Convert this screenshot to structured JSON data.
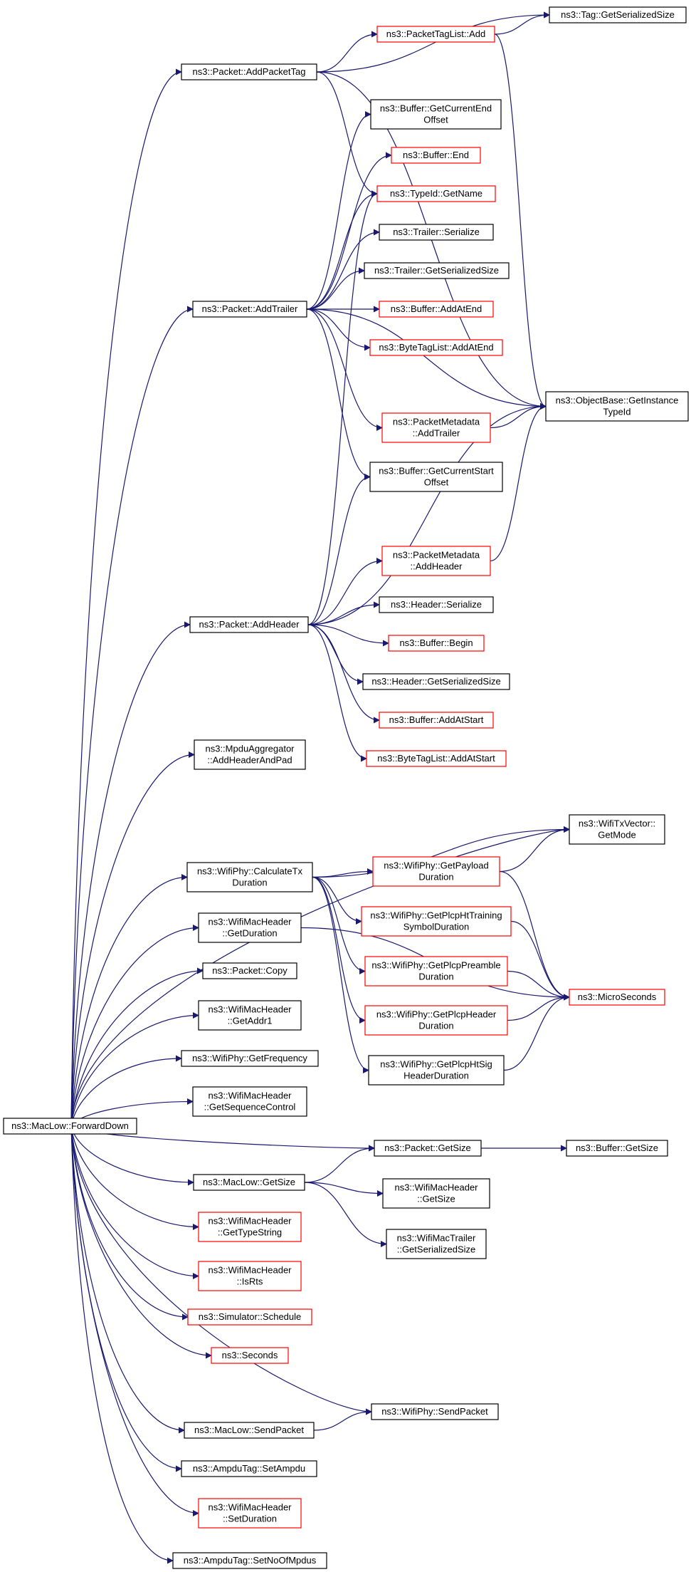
{
  "colors": {
    "edge": "#191970",
    "border_normal": "#000000",
    "border_highlight": "#ff0000",
    "root_fill": "#bfbfbf"
  },
  "nodes": [
    {
      "id": "root",
      "lines": [
        "ns3::MacLow::ForwardDown"
      ],
      "style": "root"
    },
    {
      "id": "addPacketTag",
      "lines": [
        "ns3::Packet::AddPacketTag"
      ],
      "style": "normal"
    },
    {
      "id": "tagListAdd",
      "lines": [
        "ns3::PacketTagList::Add"
      ],
      "style": "highlight"
    },
    {
      "id": "tagGetSerializedSize",
      "lines": [
        "ns3::Tag::GetSerializedSize"
      ],
      "style": "normal"
    },
    {
      "id": "objGetInstanceTypeId",
      "lines": [
        "ns3::ObjectBase::GetInstance",
        "TypeId"
      ],
      "style": "normal"
    },
    {
      "id": "bufGetCurrentEndOffset",
      "lines": [
        "ns3::Buffer::GetCurrentEnd",
        "Offset"
      ],
      "style": "normal"
    },
    {
      "id": "bufEnd",
      "lines": [
        "ns3::Buffer::End"
      ],
      "style": "highlight"
    },
    {
      "id": "typeIdGetName",
      "lines": [
        "ns3::TypeId::GetName"
      ],
      "style": "highlight"
    },
    {
      "id": "trailerSerialize",
      "lines": [
        "ns3::Trailer::Serialize"
      ],
      "style": "normal"
    },
    {
      "id": "trailerGetSerializedSize",
      "lines": [
        "ns3::Trailer::GetSerializedSize"
      ],
      "style": "normal"
    },
    {
      "id": "addTrailer",
      "lines": [
        "ns3::Packet::AddTrailer"
      ],
      "style": "normal"
    },
    {
      "id": "bufAddAtEnd",
      "lines": [
        "ns3::Buffer::AddAtEnd"
      ],
      "style": "highlight"
    },
    {
      "id": "byteTagAddAtEnd",
      "lines": [
        "ns3::ByteTagList::AddAtEnd"
      ],
      "style": "highlight"
    },
    {
      "id": "pmAddTrailer",
      "lines": [
        "ns3::PacketMetadata",
        "::AddTrailer"
      ],
      "style": "highlight"
    },
    {
      "id": "bufGetCurrentStartOffset",
      "lines": [
        "ns3::Buffer::GetCurrentStart",
        "Offset"
      ],
      "style": "normal"
    },
    {
      "id": "pmAddHeader",
      "lines": [
        "ns3::PacketMetadata",
        "::AddHeader"
      ],
      "style": "highlight"
    },
    {
      "id": "headerSerialize",
      "lines": [
        "ns3::Header::Serialize"
      ],
      "style": "normal"
    },
    {
      "id": "addHeader",
      "lines": [
        "ns3::Packet::AddHeader"
      ],
      "style": "normal"
    },
    {
      "id": "bufBegin",
      "lines": [
        "ns3::Buffer::Begin"
      ],
      "style": "highlight"
    },
    {
      "id": "headerGetSerializedSize",
      "lines": [
        "ns3::Header::GetSerializedSize"
      ],
      "style": "normal"
    },
    {
      "id": "bufAddAtStart",
      "lines": [
        "ns3::Buffer::AddAtStart"
      ],
      "style": "highlight"
    },
    {
      "id": "byteTagAddAtStart",
      "lines": [
        "ns3::ByteTagList::AddAtStart"
      ],
      "style": "highlight"
    },
    {
      "id": "mpduAddHeaderAndPad",
      "lines": [
        "ns3::MpduAggregator",
        "::AddHeaderAndPad"
      ],
      "style": "normal"
    },
    {
      "id": "txVectorGetMode",
      "lines": [
        "ns3::WifiTxVector::",
        "GetMode"
      ],
      "style": "normal"
    },
    {
      "id": "calcTxDuration",
      "lines": [
        "ns3::WifiPhy::CalculateTx",
        "Duration"
      ],
      "style": "normal"
    },
    {
      "id": "getPayloadDuration",
      "lines": [
        "ns3::WifiPhy::GetPayload",
        "Duration"
      ],
      "style": "highlight"
    },
    {
      "id": "getPlcpHtTraining",
      "lines": [
        "ns3::WifiPhy::GetPlcpHtTraining",
        "SymbolDuration"
      ],
      "style": "highlight"
    },
    {
      "id": "macHdrGetDuration",
      "lines": [
        "ns3::WifiMacHeader",
        "::GetDuration"
      ],
      "style": "normal"
    },
    {
      "id": "getPlcpPreamble",
      "lines": [
        "ns3::WifiPhy::GetPlcpPreamble",
        "Duration"
      ],
      "style": "highlight"
    },
    {
      "id": "microSeconds",
      "lines": [
        "ns3::MicroSeconds"
      ],
      "style": "highlight"
    },
    {
      "id": "packetCopy",
      "lines": [
        "ns3::Packet::Copy"
      ],
      "style": "normal"
    },
    {
      "id": "getPlcpHeader",
      "lines": [
        "ns3::WifiPhy::GetPlcpHeader",
        "Duration"
      ],
      "style": "highlight"
    },
    {
      "id": "macHdrGetAddr1",
      "lines": [
        "ns3::WifiMacHeader",
        "::GetAddr1"
      ],
      "style": "normal"
    },
    {
      "id": "getPlcpHtSig",
      "lines": [
        "ns3::WifiPhy::GetPlcpHtSig",
        "HeaderDuration"
      ],
      "style": "normal"
    },
    {
      "id": "phyGetFrequency",
      "lines": [
        "ns3::WifiPhy::GetFrequency"
      ],
      "style": "normal"
    },
    {
      "id": "macHdrGetSeqCtrl",
      "lines": [
        "ns3::WifiMacHeader",
        "::GetSequenceControl"
      ],
      "style": "normal"
    },
    {
      "id": "packetGetSize",
      "lines": [
        "ns3::Packet::GetSize"
      ],
      "style": "normal"
    },
    {
      "id": "bufGetSize",
      "lines": [
        "ns3::Buffer::GetSize"
      ],
      "style": "normal"
    },
    {
      "id": "macLowGetSize",
      "lines": [
        "ns3::MacLow::GetSize"
      ],
      "style": "normal"
    },
    {
      "id": "macHdrGetSize",
      "lines": [
        "ns3::WifiMacHeader",
        "::GetSize"
      ],
      "style": "normal"
    },
    {
      "id": "macHdrGetTypeString",
      "lines": [
        "ns3::WifiMacHeader",
        "::GetTypeString"
      ],
      "style": "highlight"
    },
    {
      "id": "macTrailerGetSerializedSize",
      "lines": [
        "ns3::WifiMacTrailer",
        "::GetSerializedSize"
      ],
      "style": "normal"
    },
    {
      "id": "macHdrIsRts",
      "lines": [
        "ns3::WifiMacHeader",
        "::IsRts"
      ],
      "style": "highlight"
    },
    {
      "id": "simSchedule",
      "lines": [
        "ns3::Simulator::Schedule"
      ],
      "style": "highlight"
    },
    {
      "id": "seconds",
      "lines": [
        "ns3::Seconds"
      ],
      "style": "highlight"
    },
    {
      "id": "phySendPacket",
      "lines": [
        "ns3::WifiPhy::SendPacket"
      ],
      "style": "normal"
    },
    {
      "id": "macLowSendPacket",
      "lines": [
        "ns3::MacLow::SendPacket"
      ],
      "style": "normal"
    },
    {
      "id": "ampduSetAmpdu",
      "lines": [
        "ns3::AmpduTag::SetAmpdu"
      ],
      "style": "normal"
    },
    {
      "id": "macHdrSetDuration",
      "lines": [
        "ns3::WifiMacHeader",
        "::SetDuration"
      ],
      "style": "highlight"
    },
    {
      "id": "ampduSetNoOfMpdus",
      "lines": [
        "ns3::AmpduTag::SetNoOfMpdus"
      ],
      "style": "normal"
    }
  ],
  "edges": [
    [
      "root",
      "addPacketTag"
    ],
    [
      "addPacketTag",
      "tagListAdd"
    ],
    [
      "addPacketTag",
      "tagGetSerializedSize"
    ],
    [
      "tagListAdd",
      "tagGetSerializedSize"
    ],
    [
      "tagListAdd",
      "objGetInstanceTypeId"
    ],
    [
      "addPacketTag",
      "objGetInstanceTypeId"
    ],
    [
      "addPacketTag",
      "typeIdGetName"
    ],
    [
      "root",
      "addTrailer"
    ],
    [
      "addTrailer",
      "bufGetCurrentEndOffset"
    ],
    [
      "addTrailer",
      "bufEnd"
    ],
    [
      "addTrailer",
      "typeIdGetName"
    ],
    [
      "addTrailer",
      "trailerSerialize"
    ],
    [
      "addTrailer",
      "trailerGetSerializedSize"
    ],
    [
      "addTrailer",
      "bufAddAtEnd"
    ],
    [
      "addTrailer",
      "byteTagAddAtEnd"
    ],
    [
      "addTrailer",
      "objGetInstanceTypeId"
    ],
    [
      "addTrailer",
      "pmAddTrailer"
    ],
    [
      "addTrailer",
      "bufGetCurrentStartOffset"
    ],
    [
      "pmAddTrailer",
      "objGetInstanceTypeId"
    ],
    [
      "root",
      "addHeader"
    ],
    [
      "addHeader",
      "typeIdGetName"
    ],
    [
      "addHeader",
      "bufGetCurrentStartOffset"
    ],
    [
      "addHeader",
      "objGetInstanceTypeId"
    ],
    [
      "addHeader",
      "pmAddHeader"
    ],
    [
      "addHeader",
      "headerSerialize"
    ],
    [
      "addHeader",
      "bufBegin"
    ],
    [
      "addHeader",
      "headerGetSerializedSize"
    ],
    [
      "addHeader",
      "bufAddAtStart"
    ],
    [
      "addHeader",
      "byteTagAddAtStart"
    ],
    [
      "pmAddHeader",
      "objGetInstanceTypeId"
    ],
    [
      "root",
      "mpduAddHeaderAndPad"
    ],
    [
      "root",
      "txVectorGetMode"
    ],
    [
      "root",
      "calcTxDuration"
    ],
    [
      "calcTxDuration",
      "txVectorGetMode"
    ],
    [
      "calcTxDuration",
      "getPayloadDuration"
    ],
    [
      "calcTxDuration",
      "getPlcpHtTraining"
    ],
    [
      "calcTxDuration",
      "getPlcpPreamble"
    ],
    [
      "calcTxDuration",
      "getPlcpHeader"
    ],
    [
      "calcTxDuration",
      "getPlcpHtSig"
    ],
    [
      "getPayloadDuration",
      "txVectorGetMode"
    ],
    [
      "getPayloadDuration",
      "microSeconds"
    ],
    [
      "getPlcpHtTraining",
      "microSeconds"
    ],
    [
      "getPlcpPreamble",
      "microSeconds"
    ],
    [
      "getPlcpHeader",
      "microSeconds"
    ],
    [
      "getPlcpHtSig",
      "microSeconds"
    ],
    [
      "root",
      "macHdrGetDuration"
    ],
    [
      "macHdrGetDuration",
      "microSeconds"
    ],
    [
      "root",
      "packetCopy"
    ],
    [
      "root",
      "macHdrGetAddr1"
    ],
    [
      "root",
      "phyGetFrequency"
    ],
    [
      "root",
      "macHdrGetSeqCtrl"
    ],
    [
      "root",
      "packetGetSize"
    ],
    [
      "packetGetSize",
      "bufGetSize"
    ],
    [
      "root",
      "macLowGetSize"
    ],
    [
      "macLowGetSize",
      "packetGetSize"
    ],
    [
      "macLowGetSize",
      "macHdrGetSize"
    ],
    [
      "macLowGetSize",
      "macTrailerGetSerializedSize"
    ],
    [
      "root",
      "macHdrGetTypeString"
    ],
    [
      "root",
      "macHdrIsRts"
    ],
    [
      "root",
      "simSchedule"
    ],
    [
      "root",
      "seconds"
    ],
    [
      "root",
      "phySendPacket"
    ],
    [
      "root",
      "macLowSendPacket"
    ],
    [
      "macLowSendPacket",
      "phySendPacket"
    ],
    [
      "root",
      "ampduSetAmpdu"
    ],
    [
      "root",
      "macHdrSetDuration"
    ],
    [
      "root",
      "ampduSetNoOfMpdus"
    ]
  ]
}
